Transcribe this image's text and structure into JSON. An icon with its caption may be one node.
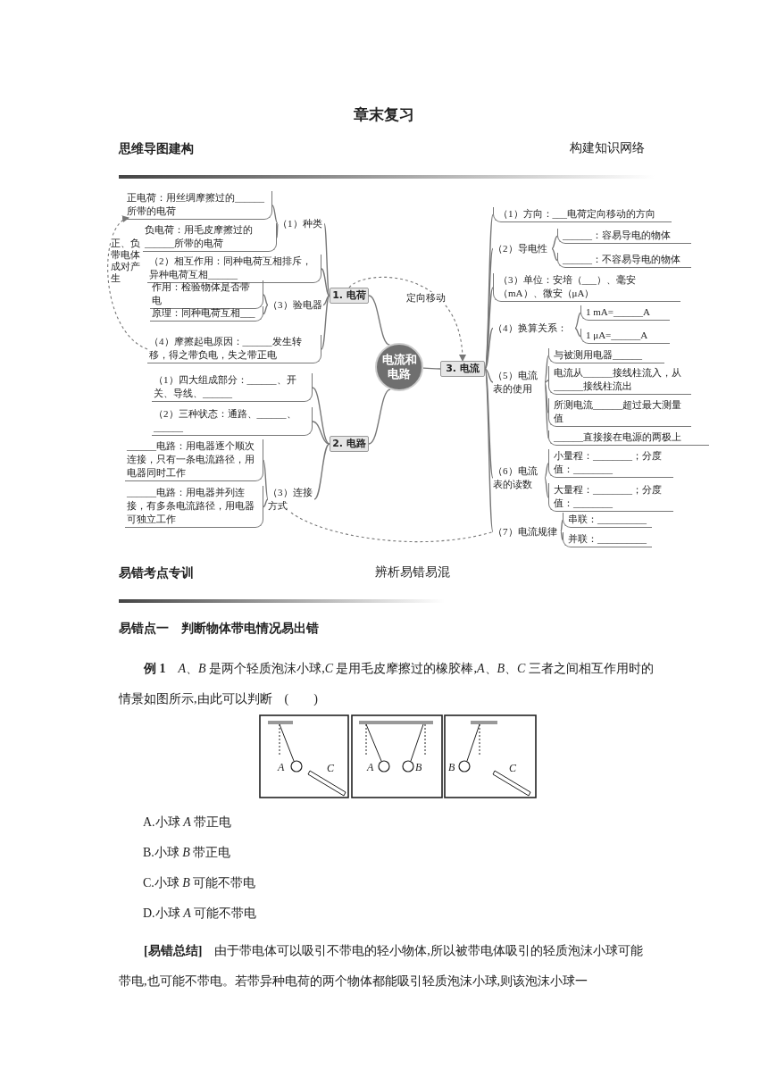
{
  "diagram": {
    "title": "章末复习",
    "nodes": [
      {
        "text": [
          "电流和电路"
        ]
      },
      {
        "text": [
          "1. 电荷"
        ]
      },
      {
        "text": [
          "（1）种类"
        ]
      },
      {
        "text": [
          "正电荷：用丝绸摩擦过的______所带的电荷"
        ]
      },
      {
        "text": [
          "负电荷：用毛皮摩擦过的______所带的电荷"
        ]
      },
      {
        "text": [
          "（2）相互作用：同种电荷互相排斥，异种电荷互相______"
        ]
      },
      {
        "text": [
          "（3）验电器"
        ]
      },
      {
        "text": [
          "作用：检验物体是否带电"
        ]
      },
      {
        "text": [
          "原理：同种电荷互相___"
        ]
      },
      {
        "text": [
          "（4）摩擦起电原因：______发生转移，得之带负电，失之带正电"
        ]
      },
      {
        "text": [
          "2. 电路"
        ]
      },
      {
        "text": [
          "（1）四大组成部分：______、开关、导线、______"
        ]
      },
      {
        "text": [
          "（2）三种状态：通路、______、______"
        ]
      },
      {
        "text": [
          "（3）连接方式"
        ]
      },
      {
        "text": [
          "______电路：用电器逐个顺次连接，只有一条电流路径，用电器同时工作"
        ]
      },
      {
        "text": [
          "______电路：用电器并列连接，有多条电流路径，用电器可独立工作"
        ]
      },
      {
        "text": [
          "3. 电流"
        ]
      },
      {
        "text": [
          "（1）方向：___电荷定向移动的方向"
        ]
      },
      {
        "text": [
          "（2）导电性"
        ]
      },
      {
        "text": [
          "______：容易导电的物体"
        ]
      },
      {
        "text": [
          "______：不容易导电的物体"
        ]
      },
      {
        "text": [
          "（3）单位：安培（___）、毫安（mA）、微安（μA）"
        ]
      },
      {
        "text": [
          "（4）换算关系："
        ]
      },
      {
        "text": [
          "1 mA=______A"
        ]
      },
      {
        "text": [
          "1 μA=______A"
        ]
      },
      {
        "text": [
          "（5）电流表的使用"
        ]
      },
      {
        "text": [
          "与被测用电器______"
        ]
      },
      {
        "text": [
          "电流从______接线柱流入，从______接线柱流出"
        ]
      },
      {
        "text": [
          "所测电流______超过最大测量值"
        ]
      },
      {
        "text": [
          "______直接接在电源的两极上"
        ]
      },
      {
        "text": [
          "（6）电流表的读数"
        ]
      },
      {
        "text": [
          "小量程：________；分度值：________"
        ]
      },
      {
        "text": [
          "大量程：________；分度值：________"
        ]
      },
      {
        "text": [
          "（7）电流规律"
        ]
      },
      {
        "text": [
          "串联：__________"
        ]
      },
      {
        "text": [
          "并联：__________"
        ]
      }
    ],
    "edges": [
      {
        "from": 0,
        "to": 1,
        "arrow": "none"
      },
      {
        "from": 0,
        "to": 10,
        "arrow": "none"
      },
      {
        "from": 0,
        "to": 16,
        "arrow": "none"
      },
      {
        "from": 1,
        "to": 2,
        "arrow": "none"
      },
      {
        "from": 2,
        "to": 3,
        "arrow": "none"
      },
      {
        "from": 2,
        "to": 4,
        "arrow": "none"
      },
      {
        "from": 1,
        "to": 5,
        "arrow": "none"
      },
      {
        "from": 1,
        "to": 6,
        "arrow": "none"
      },
      {
        "from": 6,
        "to": 7,
        "arrow": "none"
      },
      {
        "from": 6,
        "to": 8,
        "arrow": "none"
      },
      {
        "from": 1,
        "to": 9,
        "arrow": "none"
      },
      {
        "from": 10,
        "to": 11,
        "arrow": "none"
      },
      {
        "from": 10,
        "to": 12,
        "arrow": "none"
      },
      {
        "from": 10,
        "to": 13,
        "arrow": "none"
      },
      {
        "from": 13,
        "to": 14,
        "arrow": "none"
      },
      {
        "from": 13,
        "to": 15,
        "arrow": "none"
      },
      {
        "from": 16,
        "to": 17,
        "arrow": "none"
      },
      {
        "from": 16,
        "to": 18,
        "arrow": "none"
      },
      {
        "from": 18,
        "to": 19,
        "arrow": "none"
      },
      {
        "from": 18,
        "to": 20,
        "arrow": "none"
      },
      {
        "from": 16,
        "to": 21,
        "arrow": "none"
      },
      {
        "from": 16,
        "to": 22,
        "arrow": "none"
      },
      {
        "from": 22,
        "to": 23,
        "arrow": "none"
      },
      {
        "from": 22,
        "to": 24,
        "arrow": "none"
      },
      {
        "from": 16,
        "to": 25,
        "arrow": "none"
      },
      {
        "from": 25,
        "to": 26,
        "arrow": "none"
      },
      {
        "from": 25,
        "to": 27,
        "arrow": "none"
      },
      {
        "from": 25,
        "to": 28,
        "arrow": "none"
      },
      {
        "from": 25,
        "to": 29,
        "arrow": "none"
      },
      {
        "from": 16,
        "to": 30,
        "arrow": "none"
      },
      {
        "from": 30,
        "to": 31,
        "arrow": "none"
      },
      {
        "from": 30,
        "to": 32,
        "arrow": "none"
      },
      {
        "from": 16,
        "to": 33,
        "arrow": "none"
      },
      {
        "from": 33,
        "to": 34,
        "arrow": "none"
      },
      {
        "from": 33,
        "to": 35,
        "arrow": "none"
      },
      {
        "from": 1,
        "to": 16,
        "arrow": "to",
        "label": "定向移动",
        "style": "dashed"
      },
      {
        "from": 9,
        "to": 3,
        "arrow": "to",
        "label": "正、负带电体成对产生",
        "style": "dashed"
      },
      {
        "from": 13,
        "to": 33,
        "arrow": "none",
        "style": "dashed"
      }
    ],
    "labels": [
      "思维导图建构",
      "构建知识网络",
      "易错考点专训",
      "辨析易错易混",
      "易错点一　判断物体带电情况易出错",
      "**例 1**　*A*、*B* 是两个轻质泡沫小球,*C* 是用毛皮摩擦过的橡胶棒,*A*、*B*、*C* 三者之间相互作用时的情景如图所示,由此可以判断　(　　)",
      "A",
      "C",
      "A",
      "B",
      "B",
      "C",
      "A.小球 *A* 带正电",
      "B.小球 *B* 带正电",
      "C.小球 *B* 可能不带电",
      "D.小球 *A* 可能不带电",
      "**[易错总结]**　由于带电体可以吸引不带电的轻小物体,所以被带电体吸引的轻质泡沫小球可能带电,也可能不带电。若带异种电荷的两个物体都能吸引轻质泡沫小球,则该泡沫小球一"
    ]
  }
}
